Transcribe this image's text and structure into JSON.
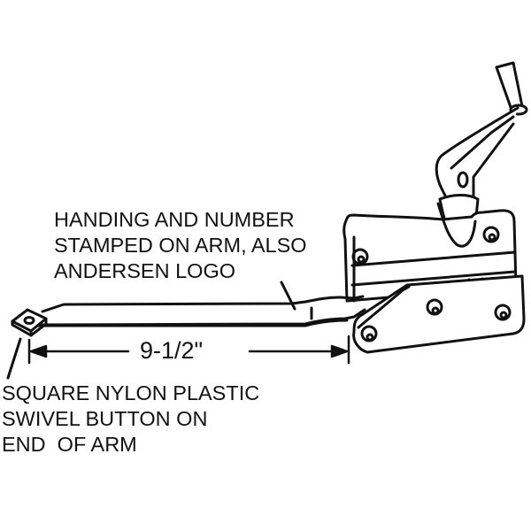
{
  "diagram": {
    "subject": "casement window operator",
    "callouts": {
      "arm_marking": {
        "lines": [
          "HANDING AND NUMBER",
          "STAMPED ON ARM, ALSO",
          "ANDERSEN LOGO"
        ]
      },
      "swivel_button": {
        "lines": [
          "SQUARE NYLON PLASTIC",
          "SWIVEL BUTTON ON",
          "END  OF ARM"
        ]
      }
    },
    "dimension": {
      "label": "9-1/2\""
    },
    "colors": {
      "line": "#111111",
      "background": "#ffffff"
    }
  }
}
